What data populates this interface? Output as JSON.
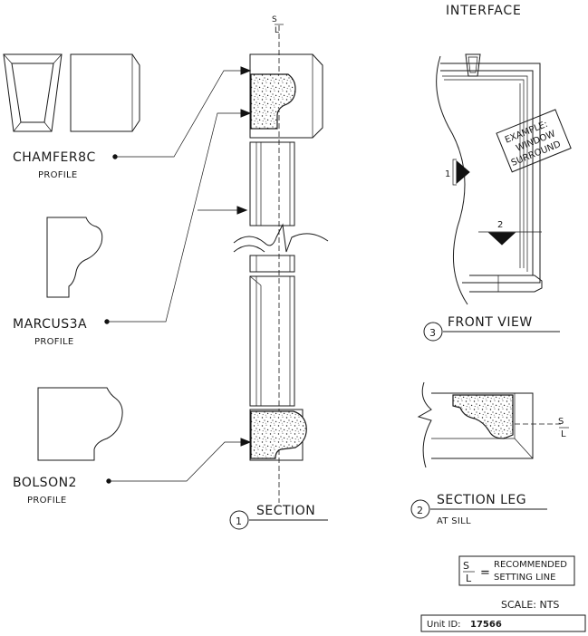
{
  "labels": {
    "interface": "INTERFACE",
    "chamfer_name": "CHAMFER8C",
    "chamfer_sub": "PROFILE",
    "marcus_name": "MARCUS3A",
    "marcus_sub": "PROFILE",
    "bolson_name": "BOLSON2",
    "bolson_sub": "PROFILE",
    "example_line1": "EXAMPLE:",
    "example_line2": "WINDOW",
    "example_line3": "SURROUND",
    "front_view_num": "3",
    "front_view": "FRONT VIEW",
    "section_num": "1",
    "section": "SECTION",
    "section_leg_num": "2",
    "section_leg": "SECTION LEG",
    "at_sill": "AT SILL",
    "marker_1": "1",
    "marker_2": "2",
    "sl_symbol_s": "S",
    "sl_symbol_l": "L",
    "legend_eq": "=",
    "legend_line1": "RECOMMENDED",
    "legend_line2": "SETTING LINE",
    "scale": "SCALE: NTS",
    "unit_id_label": "Unit ID:",
    "unit_id_value": "17566"
  },
  "colors": {
    "ink": "#1a1a1a",
    "paper": "#ffffff"
  }
}
